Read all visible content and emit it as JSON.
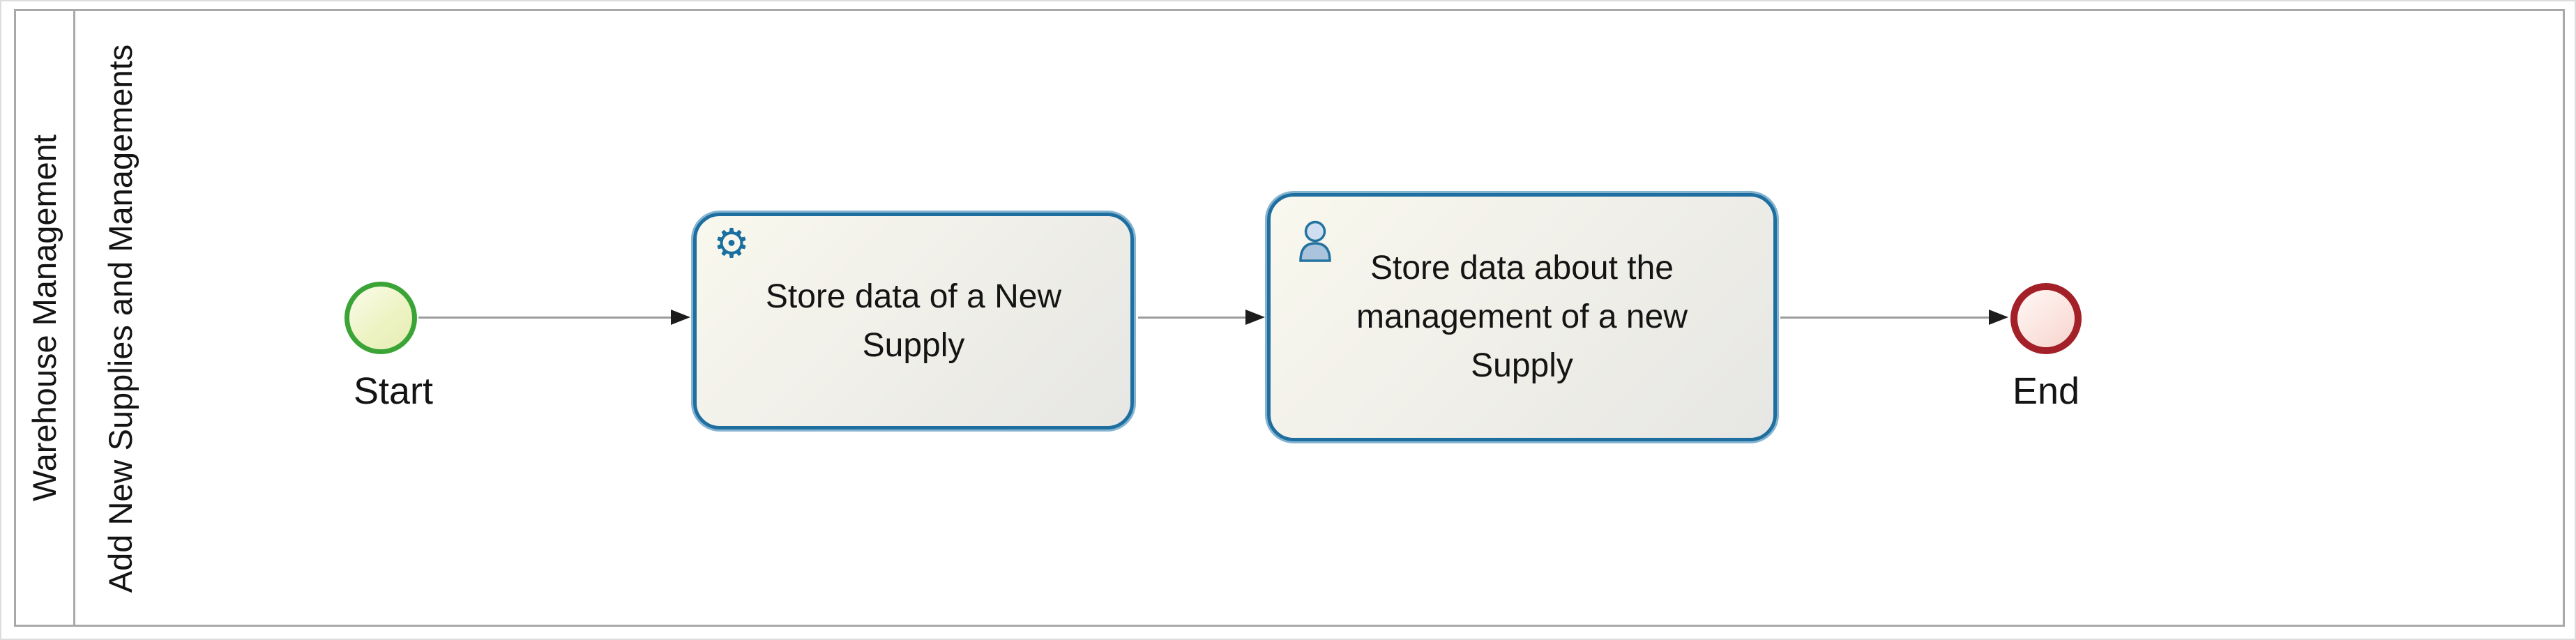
{
  "diagram": {
    "kind": "BPMN process diagram",
    "pool": {
      "label": "Warehouse Management"
    },
    "lane": {
      "label": "Add New Supplies and Managements"
    },
    "events": [
      {
        "id": "start",
        "type": "start-event",
        "label": "Start"
      },
      {
        "id": "end",
        "type": "end-event",
        "label": "End"
      }
    ],
    "tasks": [
      {
        "id": "task-1",
        "type": "service-task",
        "icon": "gear-icon",
        "label": "Store data of a New Supply",
        "lines": [
          "Store data of a New",
          "Supply"
        ]
      },
      {
        "id": "task-2",
        "type": "user-task",
        "icon": "person-icon",
        "label": "Store data about the management of a new Supply",
        "lines": [
          "Store data about the",
          "management of a new",
          "Supply"
        ]
      }
    ],
    "flows": [
      {
        "from": "start",
        "to": "task-1"
      },
      {
        "from": "task-1",
        "to": "task-2"
      },
      {
        "from": "task-2",
        "to": "end"
      }
    ],
    "icons": {
      "gear_glyph": "⚙"
    },
    "colors": {
      "start_border": "#3ba437",
      "start_fill": "#eef3c4",
      "end_border": "#a32028",
      "end_fill": "#fbe3de",
      "task_border": "#1e6f9f",
      "task_fill_light": "#f9f8ee",
      "task_fill_dark": "#e6e6e4",
      "flow_line": "#9c9c9c",
      "pool_border": "#a9a9a9",
      "icon_blue": "#1a6ea0"
    }
  }
}
